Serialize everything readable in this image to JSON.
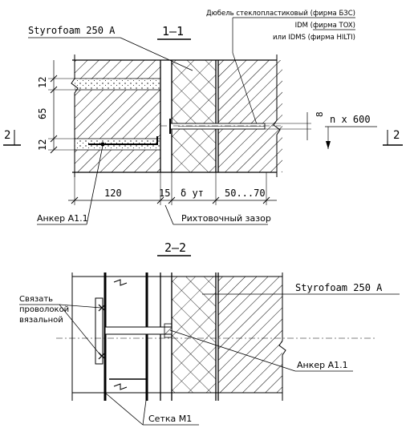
{
  "drawing": {
    "section_1": {
      "title": "1–1",
      "insulation_label": "Styrofoam 250 A",
      "dowel_lines": [
        "Дюбель стеклопластиковый (фирма БЗС)",
        "IDM (фирма TOX)",
        "или IDMS (фирма HILTI)"
      ],
      "dims_vertical": [
        "12",
        "65",
        "12"
      ],
      "dim_small": "8",
      "spacing_label": "n x 600",
      "cut_marks": [
        "2",
        "2"
      ],
      "dims_horizontal": [
        "120",
        "15",
        "δ ут",
        "50...70"
      ],
      "anchor_label": "Анкер A1.1",
      "gap_label": "Рихтовочный зазор"
    },
    "section_2": {
      "title": "2–2",
      "insulation_label": "Styrofoam 250 A",
      "tie_lines": [
        "Связать",
        "проволокой",
        "вязальной"
      ],
      "anchor_label": "Анкер A1.1",
      "mesh_label": "Сетка М1"
    }
  }
}
